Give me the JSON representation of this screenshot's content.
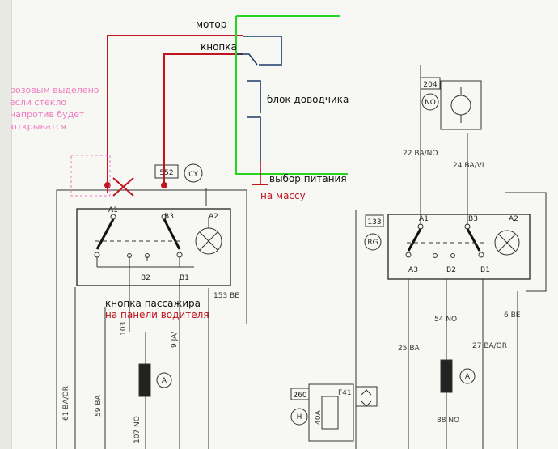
{
  "notes": {
    "motor": "мотор",
    "button": "кнопка",
    "block": "блок доводчика",
    "power": "выбор питания",
    "ground": "на массу",
    "passenger_1": "кнопка пассажира",
    "passenger_2": "на панели водителя",
    "pink_1": "розовым выделено",
    "pink_2": "если стекло",
    "pink_3": " напротив будет",
    "pink_4": "открыватся"
  },
  "left_block": {
    "code": "552",
    "tag": "CY",
    "element": "A",
    "pins": {
      "a1": "A1",
      "b3": "B3",
      "a2": "A2",
      "b2": "B2",
      "b1": "B1"
    },
    "wires": {
      "w153": "153  BE",
      "w103": "103",
      "w9": "9  JA/",
      "w61": "61  BA/OR",
      "w59": "59  BA",
      "w107": "107  NO"
    }
  },
  "right_block": {
    "code": "133",
    "tag": "RG",
    "element": "A",
    "pins": {
      "a1": "A1",
      "b3": "B3",
      "a2": "A2",
      "a3": "A3",
      "b2": "B2",
      "b1": "B1"
    },
    "wires": {
      "w22": "22  BA/NO",
      "w24": "24  BA/VI",
      "w54": "54  NO",
      "w6": "6  BE",
      "w25": "25  BA",
      "w27": "27  BA/OR",
      "w88": "88  NO"
    }
  },
  "motor": {
    "code": "204",
    "tag": "NO"
  },
  "fuse": {
    "code": "260",
    "tag": "H",
    "id": "F41",
    "rating": "40A"
  },
  "colors": {
    "annotation_red": "#c0141e",
    "power_green": "#27d41e",
    "note_pink": "#f07ac0",
    "relay_blue": "#1c3a6a"
  }
}
